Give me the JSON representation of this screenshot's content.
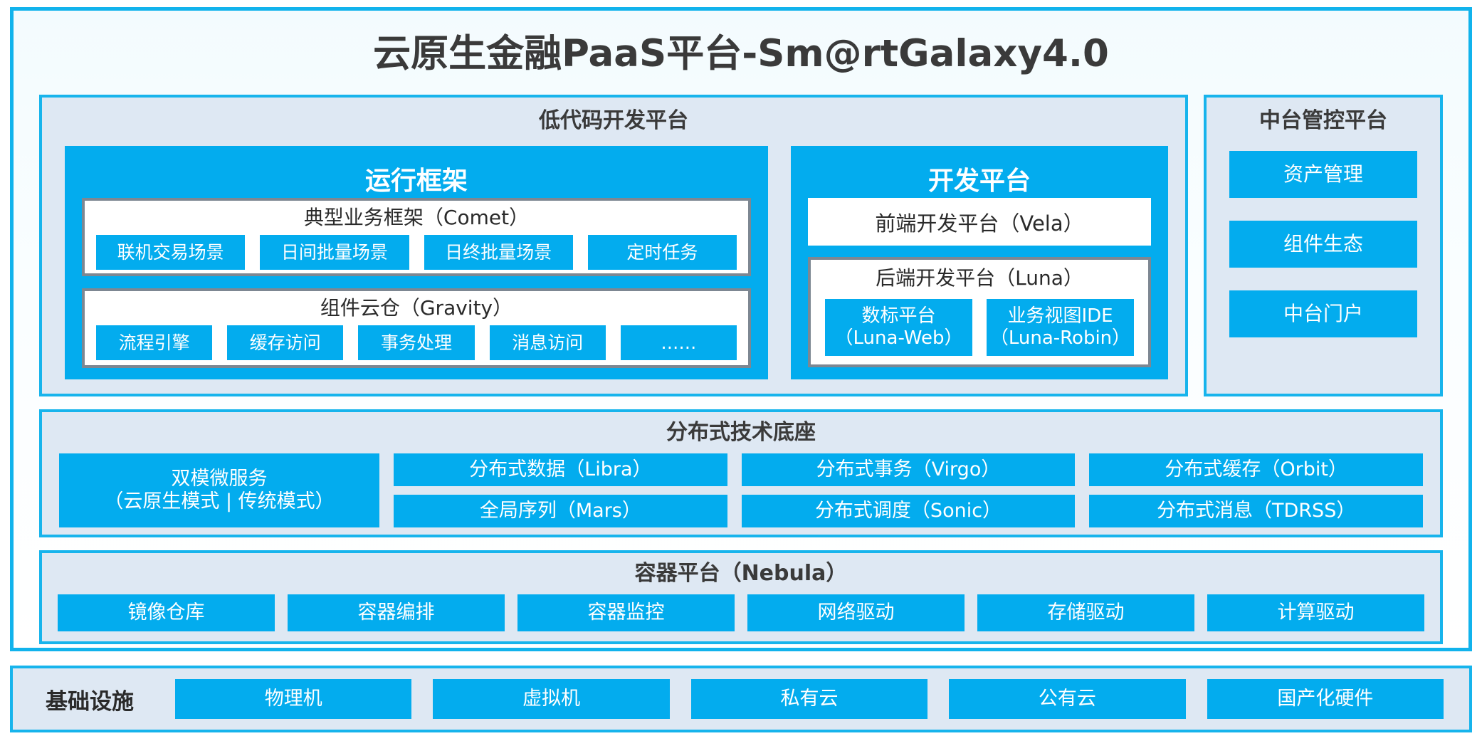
{
  "page": {
    "title": "云原生金融PaaS平台-Sm@rtGalaxy4.0"
  },
  "colors": {
    "accent_blue": "#03ACEE",
    "border_cyan": "#17B4EC",
    "panel_bg": "#DEE8F3",
    "box_border_grey": "#7D8792"
  },
  "lowcode": {
    "title": "低代码开发平台",
    "runtime_framework": {
      "title": "运行框架",
      "comet": {
        "title": "典型业务框架（Comet）",
        "items": [
          "联机交易场景",
          "日间批量场景",
          "日终批量场景",
          "定时任务"
        ]
      },
      "gravity": {
        "title": "组件云仓（Gravity）",
        "items": [
          "流程引擎",
          "缓存访问",
          "事务处理",
          "消息访问",
          "……"
        ]
      }
    },
    "dev_platform": {
      "title": "开发平台",
      "frontend": "前端开发平台（Vela）",
      "backend": {
        "title": "后端开发平台（Luna）",
        "items": [
          {
            "name": "数标平台",
            "code": "（Luna-Web）"
          },
          {
            "name": "业务视图IDE",
            "code": "（Luna-Robin）"
          }
        ]
      }
    }
  },
  "midoffice": {
    "title": "中台管控平台",
    "items": [
      "资产管理",
      "组件生态",
      "中台门户"
    ]
  },
  "distributed_tech": {
    "title": "分布式技术底座",
    "dualmode": {
      "name": "双模微服务",
      "modes": "（云原生模式 | 传统模式）"
    },
    "groups": [
      {
        "top": "分布式数据（Libra）",
        "bottom": "全局序列（Mars）"
      },
      {
        "top": "分布式事务（Virgo）",
        "bottom": "分布式调度（Sonic）"
      },
      {
        "top": "分布式缓存（Orbit）",
        "bottom": "分布式消息（TDRSS）"
      }
    ]
  },
  "container_platform": {
    "title": "容器平台（Nebula）",
    "items": [
      "镜像仓库",
      "容器编排",
      "容器监控",
      "网络驱动",
      "存储驱动",
      "计算驱动"
    ]
  },
  "infrastructure": {
    "label": "基础设施",
    "items": [
      "物理机",
      "虚拟机",
      "私有云",
      "公有云",
      "国产化硬件"
    ]
  }
}
